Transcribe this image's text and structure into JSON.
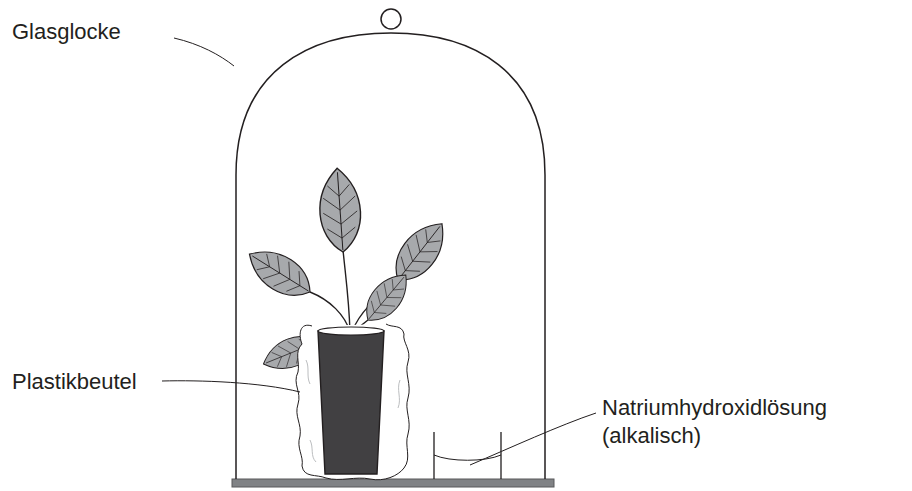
{
  "diagram": {
    "labels": [
      "Glasglocke",
      "Plastikbeutel",
      "Natriumhydroxidlösung (alkalisch)"
    ]
  }
}
